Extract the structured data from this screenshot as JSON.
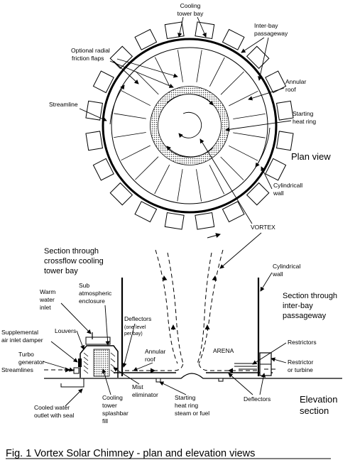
{
  "figure": {
    "caption": "Fig. 1 Vortex Solar Chimney - plan and elevation views"
  },
  "plan": {
    "view_label": "Plan view",
    "labels": {
      "cooling_tower_bay": [
        "Cooling",
        "tower bay"
      ],
      "inter_bay": [
        "Inter-bay",
        "passageway"
      ],
      "radial_flaps": [
        "Optional radial",
        "friction flaps"
      ],
      "annular_roof": [
        "Annular",
        "roof"
      ],
      "streamline": "Streamline",
      "starting_heat_ring": [
        "Starting",
        "heat ring"
      ],
      "cylindrical_wall": [
        "Cylindricall",
        "wall"
      ],
      "vortex": "VORTEX"
    }
  },
  "elevation": {
    "view_label": [
      "Elevation",
      "section"
    ],
    "labels": {
      "crossflow_section": [
        "Section through",
        "crossflow  cooling",
        "tower bay"
      ],
      "cylindrical_wall": [
        "Cylindrical",
        "wall"
      ],
      "interbay_section": [
        "Section through",
        "inter-bay",
        "passageway"
      ],
      "warm_water_inlet": [
        "Warm",
        "water",
        "inlet"
      ],
      "sub_atmospheric": [
        "Sub",
        "atmospheric",
        "enclosure"
      ],
      "deflectors_top": [
        "Deflectors",
        "(one level",
        "per bay)"
      ],
      "supplemental_air": [
        "Supplemental",
        "air inlet damper"
      ],
      "louvers": "Louvers",
      "annular_roof": [
        "Annular",
        "roof"
      ],
      "arena": "ARENA",
      "restrictors": "Restrictors",
      "turbo_generator": [
        "Turbo",
        "generator"
      ],
      "restrictor_turbine": [
        "Restrictor",
        "or turbine"
      ],
      "streamlines": "Streamlines",
      "cooled_water": [
        "Cooled water",
        "outlet with seal"
      ],
      "cooling_tower_fill": [
        "Cooling",
        "tower",
        "splashbar",
        "fill"
      ],
      "mist_eliminator": [
        "Mist",
        "eliminator"
      ],
      "starting_heat_ring": [
        "Starting",
        "heat ring",
        "steam or fuel"
      ],
      "deflectors_bottom": "Deflectors"
    }
  }
}
